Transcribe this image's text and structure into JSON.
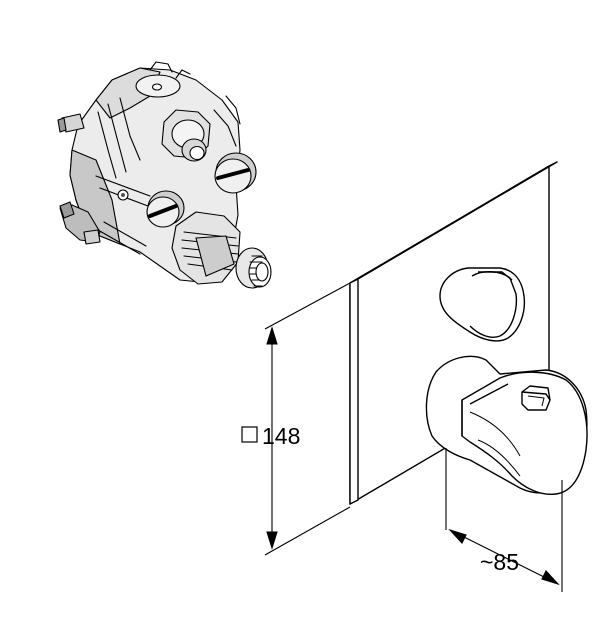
{
  "dimensions": {
    "height_label": "148",
    "height_symbol": "square",
    "depth_label": "~85"
  },
  "colors": {
    "line": "#000000",
    "background": "#ffffff",
    "shade_light": "#e6e6e6",
    "shade_mid": "#bdbdbd",
    "shade_dark": "#5a5a5a"
  }
}
